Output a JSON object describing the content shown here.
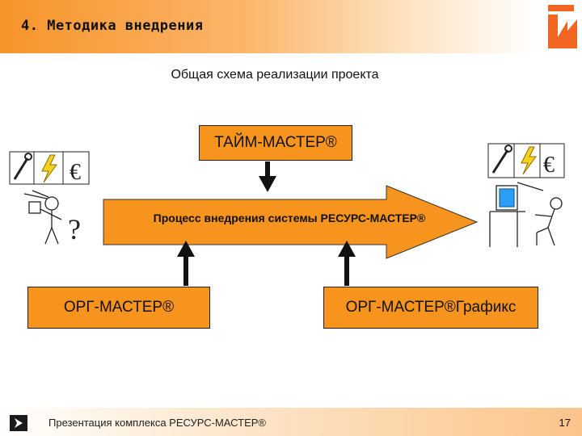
{
  "header": {
    "title": "4. Методика внедрения"
  },
  "subtitle": "Общая схема реализации проекта",
  "diagram": {
    "top_box": "ТАЙМ-МАСТЕР®",
    "process_arrow": "Процесс внедрения системы РЕСУРС-МАСТЕР®",
    "left_box": "ОРГ-МАСТЕР®",
    "right_box": "ОРГ-МАСТЕР®Графикс"
  },
  "footer": {
    "presentation_title": "Презентация комплекса РЕСУРС-МАСТЕР®",
    "page_number": "17"
  },
  "colors": {
    "accent_orange": "#f7941d",
    "logo_orange": "#f26522"
  },
  "icons": [
    "wrench-icon",
    "lightning-icon",
    "euro-icon",
    "confused-person-icon",
    "computer-user-icon",
    "nav-arrow-icon"
  ]
}
